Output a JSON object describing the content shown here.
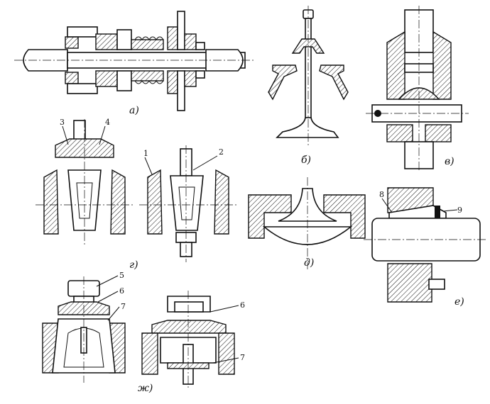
{
  "labels": {
    "a": "а)",
    "b": "б)",
    "v": "в)",
    "g": "г)",
    "d": "д)",
    "e": "е)",
    "zh": "ж)"
  },
  "callouts": {
    "n1": "1",
    "n2": "2",
    "n3": "3",
    "n4": "4",
    "n5": "5",
    "n6a": "6",
    "n6b": "6",
    "n7a": "7",
    "n7b": "7",
    "n8": "8",
    "n9": "9"
  }
}
